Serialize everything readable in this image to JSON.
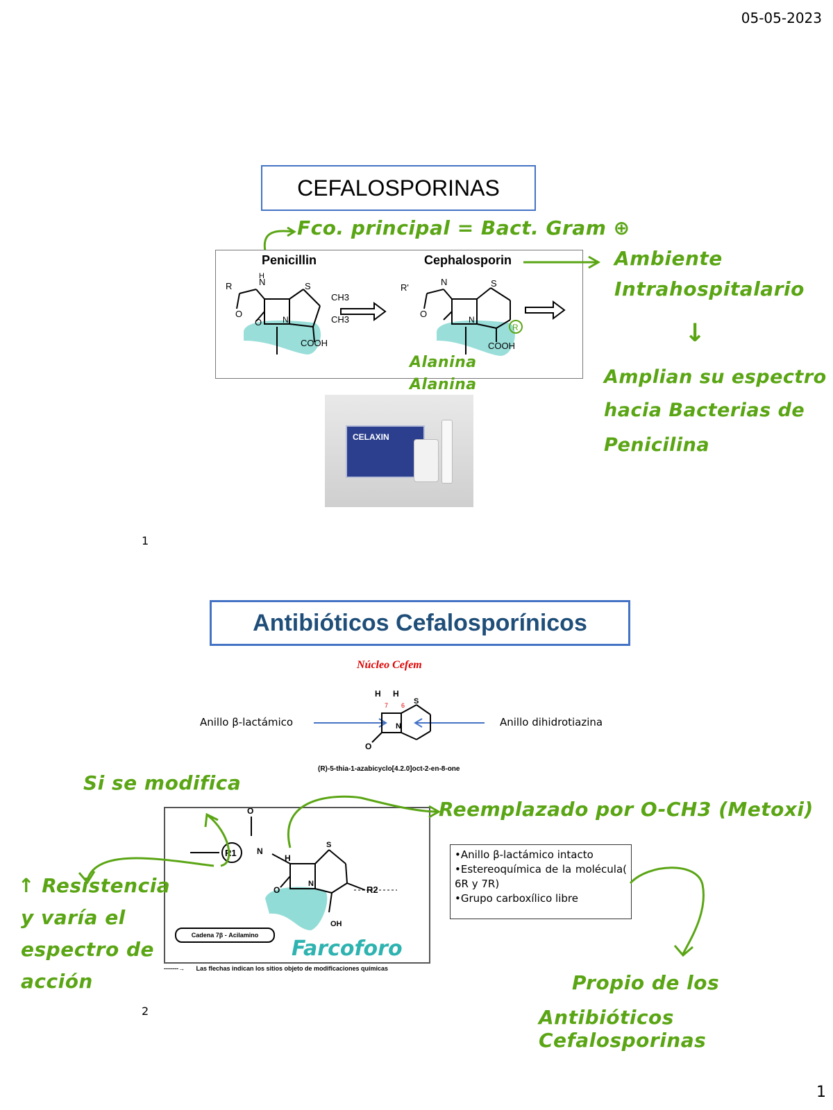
{
  "date": "05-05-2023",
  "page_footer": "1",
  "slide1": {
    "number": "1",
    "title": "CEFALOSPORINAS",
    "figure": {
      "penicillin_label": "Penicillin",
      "cephalosporin_label": "Cephalosporin",
      "cooh": "COOH",
      "s": "S",
      "n": "N",
      "r_prime": "R'",
      "ch3": "CH3"
    },
    "photo_label": "CELAXIN",
    "annotations": {
      "fco": "Fco. principal = Bact. Gram ⊕",
      "ambiente1": "Ambiente",
      "ambiente2": "Intrahospitalario",
      "arrow": "↓",
      "amplian1": "Amplian su espectro",
      "amplian2": "hacia Bacterias de",
      "amplian3": "Penicilina",
      "alanina1": "Alanina",
      "alanina2": "Alanina"
    }
  },
  "slide2": {
    "number": "2",
    "title": "Antibióticos Cefalosporínicos",
    "nucleo": "Núcleo Cefem",
    "left_label": "Anillo β-lactámico",
    "right_label": "Anillo dihidrotiazina",
    "iupac": "(R)-5-thia-1-azabicyclo[4.2.0]oct-2-en-8-one",
    "cadena": "Cadena 7β - Acilamino",
    "footnote": "Las flechas indican los sitios objeto de modificaciones químicas",
    "props": [
      "•Anillo β-lactámico intacto",
      "•Estereoquímica de la molécula( 6R y 7R)",
      "•Grupo carboxílico libre"
    ],
    "annotations": {
      "si": "Si se modifica",
      "reemplazado": "Reemplazado por O-CH3 (Metoxi)",
      "res1": "↑ Resistencia",
      "res2": "y varía el",
      "res3": "espectro de",
      "res4": "acción",
      "farmaco": "Farcoforo",
      "propio1": "Propio de los",
      "propio2": "Antibióticos Cefalosporinas"
    }
  }
}
